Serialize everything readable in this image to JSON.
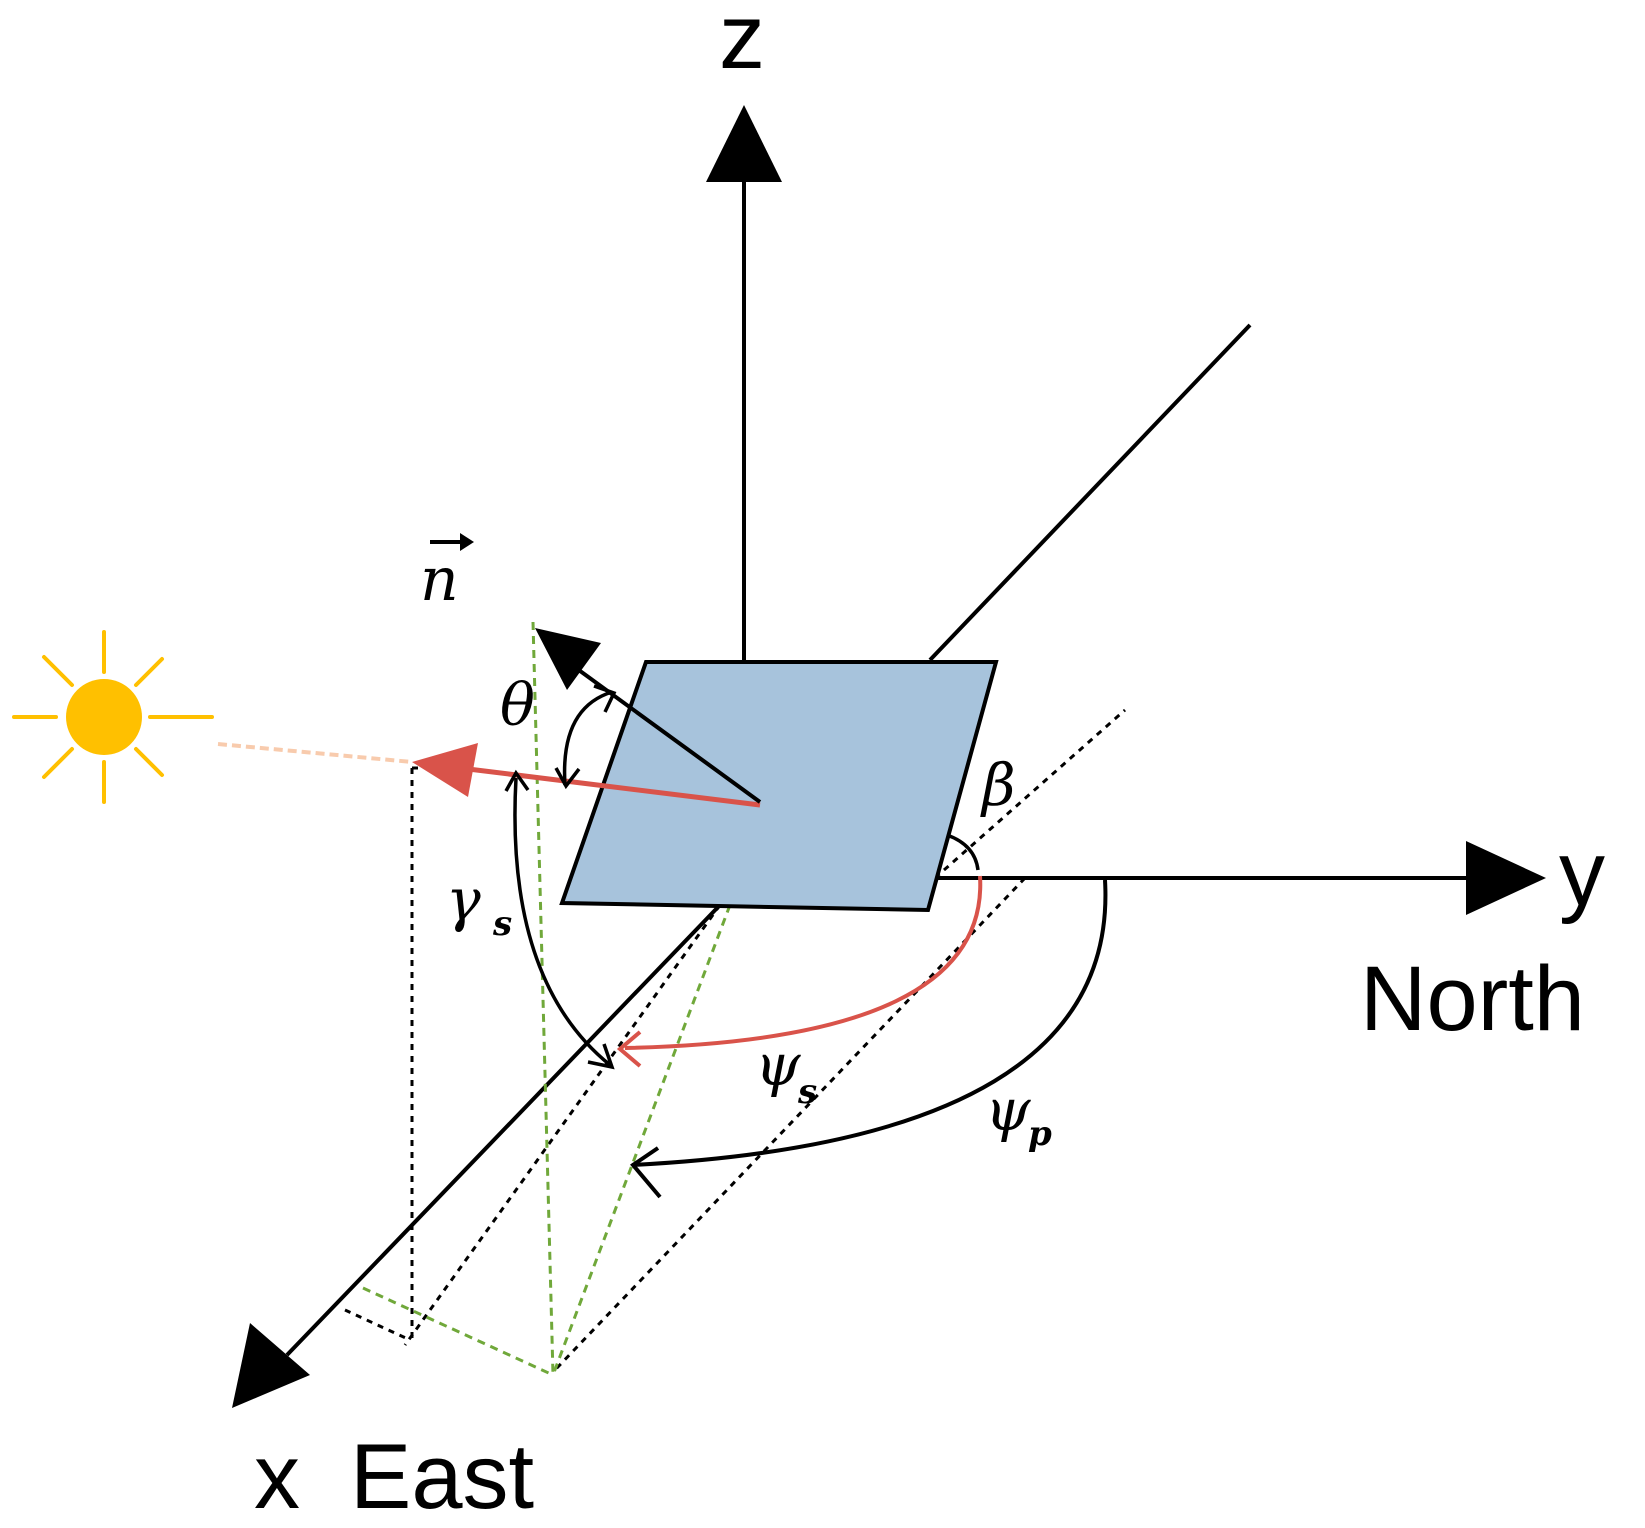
{
  "axes": {
    "z_label": "z",
    "y_label": "y",
    "y_direction": "North",
    "x_label": "x",
    "x_direction": "East"
  },
  "symbols": {
    "normal_vector": "n",
    "zenith_angle": "θ",
    "tilt_angle": "β",
    "sun_elevation": "γ",
    "sun_elevation_sub": "s",
    "sun_azimuth": "ψ",
    "sun_azimuth_sub": "s",
    "panel_azimuth": "ψ",
    "panel_azimuth_sub": "p"
  },
  "colors": {
    "panel_fill": "#a7c3dc",
    "sun": "#ffc000",
    "sun_ray_arrow": "#d9534a",
    "sun_ray_faint": "#f8cbad",
    "projection_green": "#70a83a",
    "line": "#000000"
  },
  "icons": {
    "sun": "sun-icon"
  }
}
